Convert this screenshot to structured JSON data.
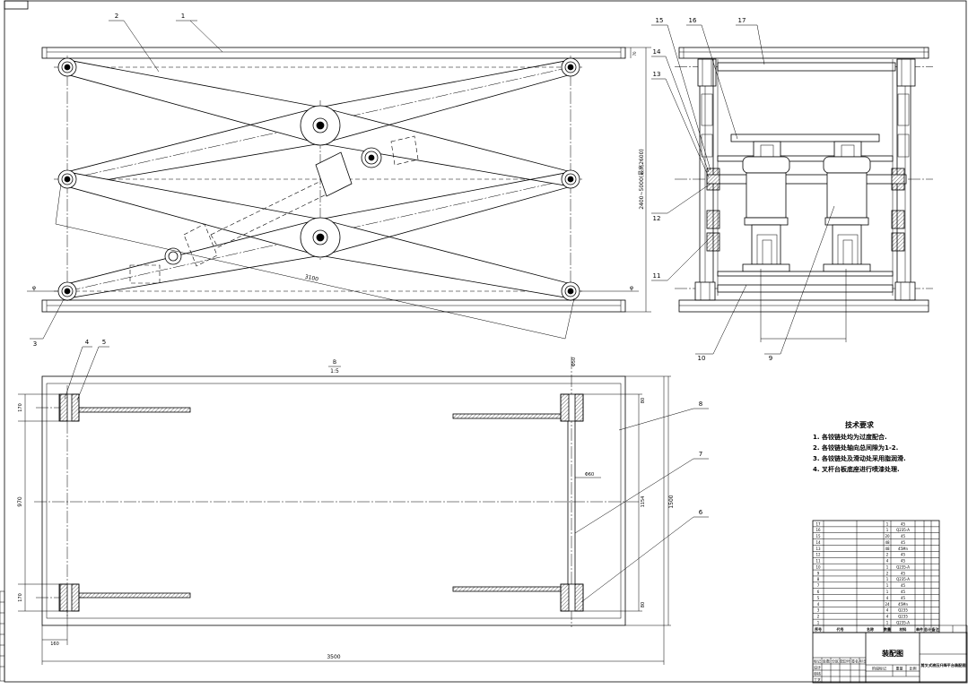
{
  "part_numbers": [
    "1",
    "2",
    "3",
    "4",
    "5",
    "6",
    "7",
    "8",
    "9",
    "10",
    "11",
    "12",
    "13",
    "14",
    "15",
    "16",
    "17"
  ],
  "dimensions": {
    "arm_length": "3100",
    "lift_height": "2400~5000(最高2600)",
    "platform_thickness": "70",
    "pivot_symbol": "φ",
    "overall_length": "3500",
    "overall_width": "1500",
    "rail_width": "1154",
    "bearing_spacing": "970",
    "bearing_edge_offset": "170",
    "bearing_end_offset": "160",
    "shaft_offset": "80",
    "shaft_dia_top": "Φ50",
    "shaft_dia_mid": "Φ60"
  },
  "section_view": {
    "letter": "B",
    "scale": "1:5"
  },
  "tech_requirements": {
    "title": "技术要求",
    "items": [
      "1. 各铰链处均为过度配合.",
      "2. 各铰链处轴向总间隙为1-2.",
      "3. 各铰链处及滑动处采用脂润滑.",
      "4. 叉杆台板底座进行喷漆处理."
    ]
  },
  "bom": {
    "header": [
      "序号",
      "代号",
      "名称",
      "数量",
      "材料",
      "单件",
      "总计",
      "备注"
    ],
    "rows": [
      {
        "no": "17",
        "qty": "1",
        "material": "45"
      },
      {
        "no": "16",
        "qty": "1",
        "material": "Q235-A"
      },
      {
        "no": "15",
        "qty": "20",
        "material": "45"
      },
      {
        "no": "14",
        "qty": "48",
        "material": "45"
      },
      {
        "no": "13",
        "qty": "48",
        "material": "45Mn"
      },
      {
        "no": "12",
        "qty": "2",
        "material": "45"
      },
      {
        "no": "11",
        "qty": "4",
        "material": "45"
      },
      {
        "no": "10",
        "qty": "1",
        "material": "Q235-A"
      },
      {
        "no": "9",
        "qty": "2",
        "material": "45"
      },
      {
        "no": "8",
        "qty": "1",
        "material": "Q235-A"
      },
      {
        "no": "7",
        "qty": "1",
        "material": "45"
      },
      {
        "no": "6",
        "qty": "1",
        "material": "45"
      },
      {
        "no": "5",
        "qty": "4",
        "material": "45"
      },
      {
        "no": "4",
        "qty": "24",
        "material": "45Mn"
      },
      {
        "no": "3",
        "qty": "4",
        "material": "Q235"
      },
      {
        "no": "2",
        "qty": "4",
        "material": "Q235"
      },
      {
        "no": "1",
        "qty": "1",
        "material": "Q235-A"
      }
    ]
  },
  "title_block": {
    "drawing_type": "装配图",
    "drawing_title": "剪叉式液压升降平台装配图",
    "revision_labels": [
      "标记",
      "处数",
      "分区",
      "更改文件号",
      "签名",
      "年月日"
    ],
    "sign_labels": [
      "设计",
      "审核",
      "工艺"
    ],
    "stage_labels": [
      "阶段标记",
      "重量",
      "比例"
    ]
  }
}
